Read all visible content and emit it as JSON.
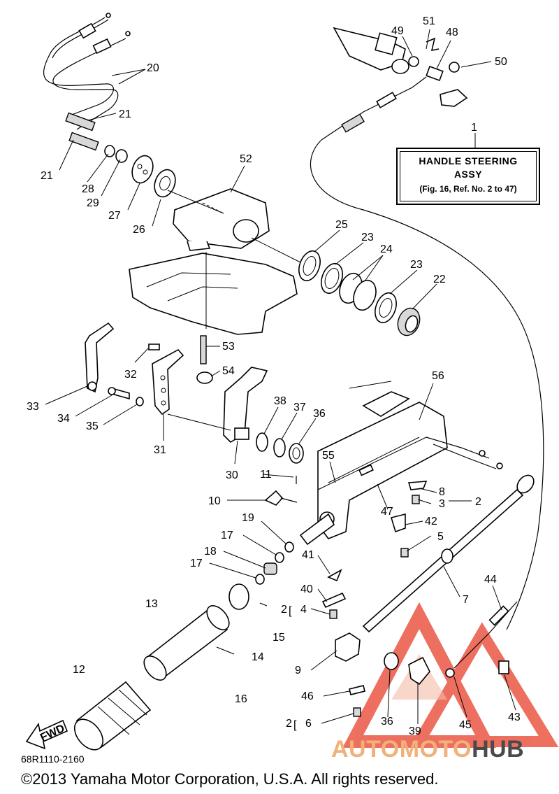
{
  "diagram": {
    "callout_box": {
      "callout_number": "1",
      "line1": "HANDLE STEERING",
      "line2": "ASSY",
      "line3": "(Fig. 16, Ref. No. 2 to 47)"
    },
    "part_labels": [
      "1",
      "2",
      "3",
      "4",
      "5",
      "6",
      "7",
      "8",
      "9",
      "10",
      "11",
      "12",
      "13",
      "14",
      "15",
      "16",
      "17",
      "18",
      "19",
      "20",
      "21",
      "22",
      "23",
      "24",
      "25",
      "26",
      "27",
      "28",
      "29",
      "30",
      "31",
      "32",
      "33",
      "34",
      "35",
      "36",
      "37",
      "38",
      "39",
      "40",
      "41",
      "42",
      "43",
      "44",
      "45",
      "46",
      "47",
      "48",
      "49",
      "50",
      "51",
      "52",
      "53",
      "54",
      "55",
      "56"
    ],
    "quantity_prefix": "2",
    "direction_arrow_label": "FWD",
    "doc_code": "68R1110-2160",
    "copyright": "©2013 Yamaha Motor Corporation, U.S.A. All rights reserved.",
    "watermark": {
      "part1": "AUTOMOTO",
      "part2": "HUB",
      "color_accent": "#e8402a"
    }
  }
}
